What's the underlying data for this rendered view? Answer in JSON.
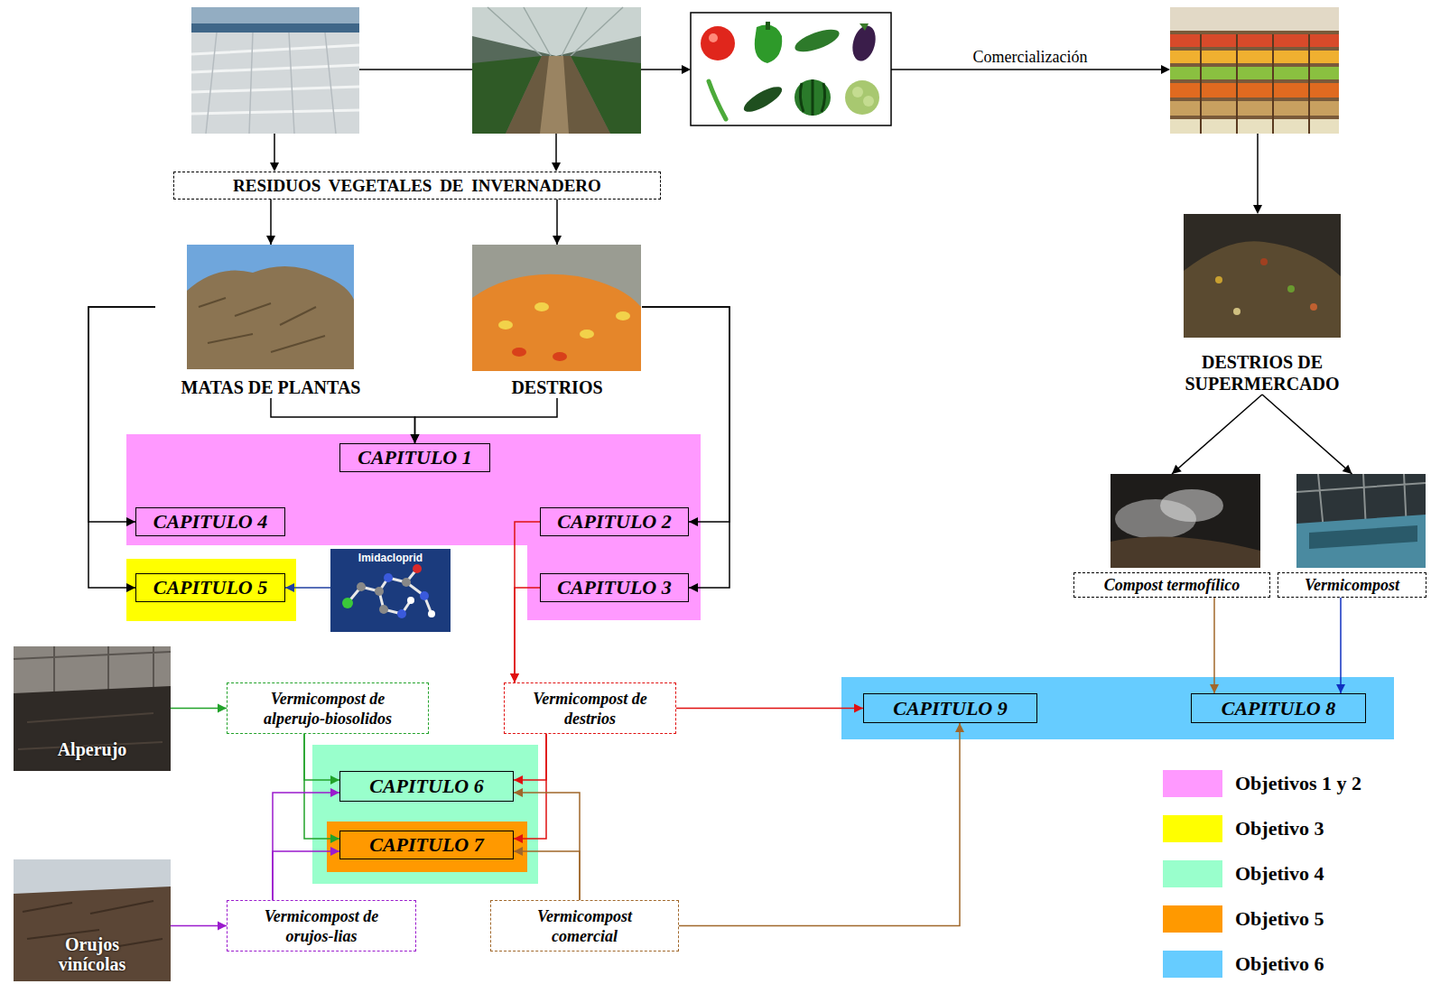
{
  "diagram": {
    "nodes": [
      {
        "text": [
          "RESIDUOS VEGETALES DE INVERNADERO"
        ]
      },
      {
        "text": [
          "MATAS DE PLANTAS"
        ]
      },
      {
        "text": [
          "DESTRIOS"
        ]
      },
      {
        "text": [
          "DESTRIOS DE SUPERMERCADO"
        ]
      },
      {
        "text": [
          "CAPITULO 1"
        ]
      },
      {
        "text": [
          "CAPITULO 4"
        ]
      },
      {
        "text": [
          "CAPITULO 2"
        ]
      },
      {
        "text": [
          "CAPITULO 5"
        ]
      },
      {
        "text": [
          "Imidacloprid"
        ]
      },
      {
        "text": [
          "CAPITULO 3"
        ]
      },
      {
        "text": [
          "Compost termofílico"
        ]
      },
      {
        "text": [
          "Vermicompost"
        ]
      },
      {
        "text": [
          "Alperujo"
        ]
      },
      {
        "text": [
          "Vermicompost de alperujo-biosolidos"
        ]
      },
      {
        "text": [
          "Vermicompost de destrios"
        ]
      },
      {
        "text": [
          "CAPITULO 9"
        ]
      },
      {
        "text": [
          "CAPITULO 8"
        ]
      },
      {
        "text": [
          "CAPITULO 6"
        ]
      },
      {
        "text": [
          "CAPITULO 7"
        ]
      },
      {
        "text": [
          "Orujos vinícolas"
        ]
      },
      {
        "text": [
          "Vermicompost de orujos-lias"
        ]
      },
      {
        "text": [
          "Vermicompost comercial"
        ]
      }
    ],
    "edges": [
      {
        "from": 0,
        "to": 1,
        "arrow": "to"
      },
      {
        "from": 0,
        "to": 2,
        "arrow": "to"
      },
      {
        "from": 1,
        "to": 4,
        "arrow": "to"
      },
      {
        "from": 2,
        "to": 4,
        "arrow": "to"
      },
      {
        "from": 1,
        "to": 5,
        "arrow": "to"
      },
      {
        "from": 1,
        "to": 7,
        "arrow": "to"
      },
      {
        "from": 2,
        "to": 6,
        "arrow": "to"
      },
      {
        "from": 2,
        "to": 9,
        "arrow": "to"
      },
      {
        "from": 8,
        "to": 7,
        "arrow": "to"
      },
      {
        "from": 6,
        "to": 14,
        "arrow": "to"
      },
      {
        "from": 9,
        "to": 14,
        "arrow": "to"
      },
      {
        "from": 3,
        "to": 10,
        "arrow": "to"
      },
      {
        "from": 3,
        "to": 11,
        "arrow": "to"
      },
      {
        "from": 10,
        "to": 16,
        "arrow": "to"
      },
      {
        "from": 11,
        "to": 16,
        "arrow": "to"
      },
      {
        "from": 12,
        "to": 13,
        "arrow": "to"
      },
      {
        "from": 19,
        "to": 20,
        "arrow": "to"
      },
      {
        "from": 14,
        "to": 15,
        "arrow": "to"
      },
      {
        "from": 13,
        "to": 17,
        "arrow": "to"
      },
      {
        "from": 13,
        "to": 18,
        "arrow": "to"
      },
      {
        "from": 14,
        "to": 17,
        "arrow": "to"
      },
      {
        "from": 14,
        "to": 18,
        "arrow": "to"
      },
      {
        "from": 20,
        "to": 17,
        "arrow": "to"
      },
      {
        "from": 20,
        "to": 18,
        "arrow": "to"
      },
      {
        "from": 21,
        "to": 17,
        "arrow": "to"
      },
      {
        "from": 21,
        "to": 18,
        "arrow": "to"
      },
      {
        "from": 21,
        "to": 15,
        "arrow": "to"
      }
    ],
    "labels": [
      "Comercialización"
    ],
    "legend": [
      {
        "text": "Objetivos 1 y 2",
        "color": "#FF99FF"
      },
      {
        "text": "Objetivo 3",
        "color": "#FFFF00"
      },
      {
        "text": "Objetivo 4",
        "color": "#99FFCC"
      },
      {
        "text": "Objetivo 5",
        "color": "#FF9900"
      },
      {
        "text": "Objetivo 6",
        "color": "#66CCFF"
      }
    ]
  }
}
